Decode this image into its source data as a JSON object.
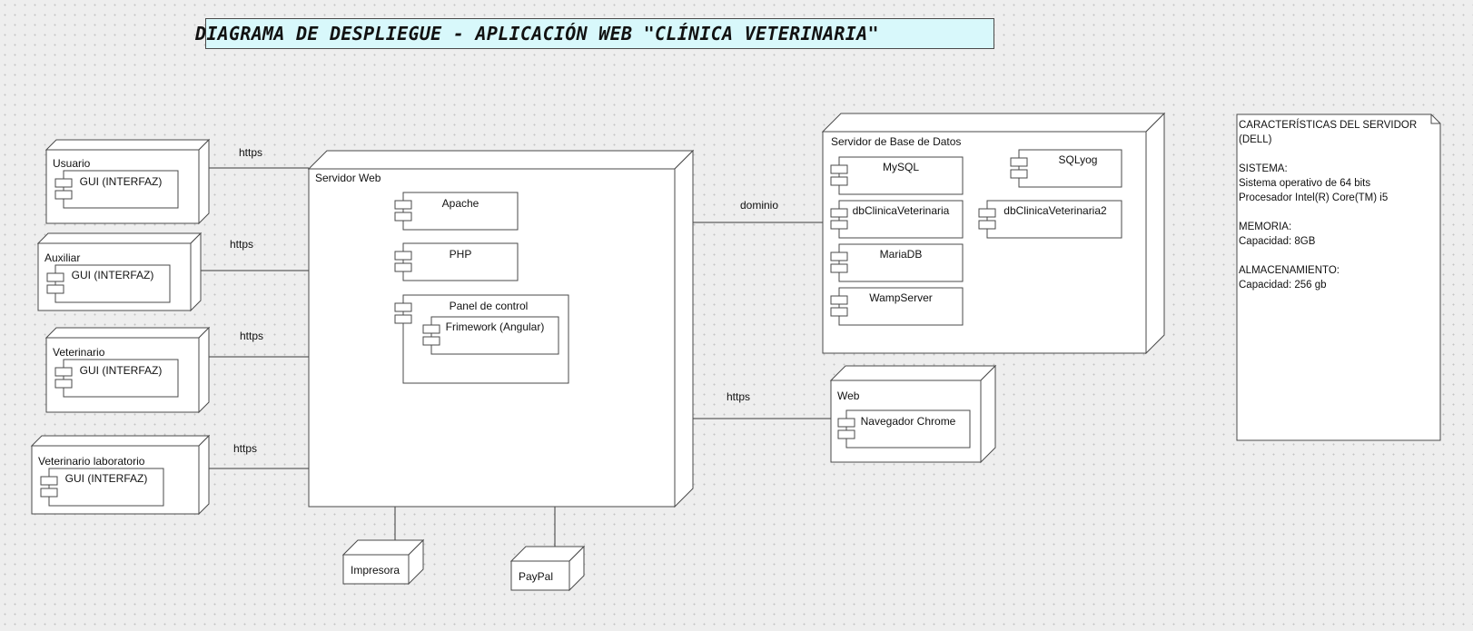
{
  "title": "DIAGRAMA DE DESPLIEGUE - APLICACIÓN WEB  \"CLÍNICA VETERINARIA\"",
  "clients": [
    {
      "name": "Usuario",
      "component": "GUI (INTERFAZ)"
    },
    {
      "name": "Auxiliar",
      "component": "GUI (INTERFAZ)"
    },
    {
      "name": "Veterinario",
      "component": "GUI (INTERFAZ)"
    },
    {
      "name": "Veterinario laboratorio",
      "component": "GUI (INTERFAZ)"
    }
  ],
  "connections": {
    "client_links": [
      "https",
      "https",
      "https",
      "https"
    ],
    "db_link": "dominio",
    "web_link": "https"
  },
  "web_server": {
    "name": "Servidor Web",
    "components": [
      "Apache",
      "PHP"
    ],
    "panel": {
      "name": "Panel de control",
      "component": "Frimework (Angular)"
    }
  },
  "db_server": {
    "name": "Servidor de Base de Datos",
    "components": [
      "MySQL",
      "dbClinicaVeterinaria",
      "MariaDB",
      "WampServer",
      "SQLyog",
      "dbClinicaVeterinaria2"
    ]
  },
  "web_node": {
    "name": "Web",
    "component": "Navegador Chrome"
  },
  "devices": [
    "Impresora",
    "PayPal"
  ],
  "note": {
    "lines": [
      "CARACTERÍSTICAS DEL SERVIDOR",
      "(DELL)",
      "",
      "SISTEMA:",
      "Sistema operativo de 64 bits",
      "Procesador Intel(R) Core(TM) i5",
      "",
      "MEMORIA:",
      "Capacidad: 8GB",
      "",
      "ALMACENAMIENTO:",
      "Capacidad: 256 gb"
    ]
  },
  "colors": {
    "title_bg": "#d8f8fb",
    "node_fill": "#ffffff",
    "stroke": "#4a4a4a",
    "canvas": "#eeeeee"
  }
}
